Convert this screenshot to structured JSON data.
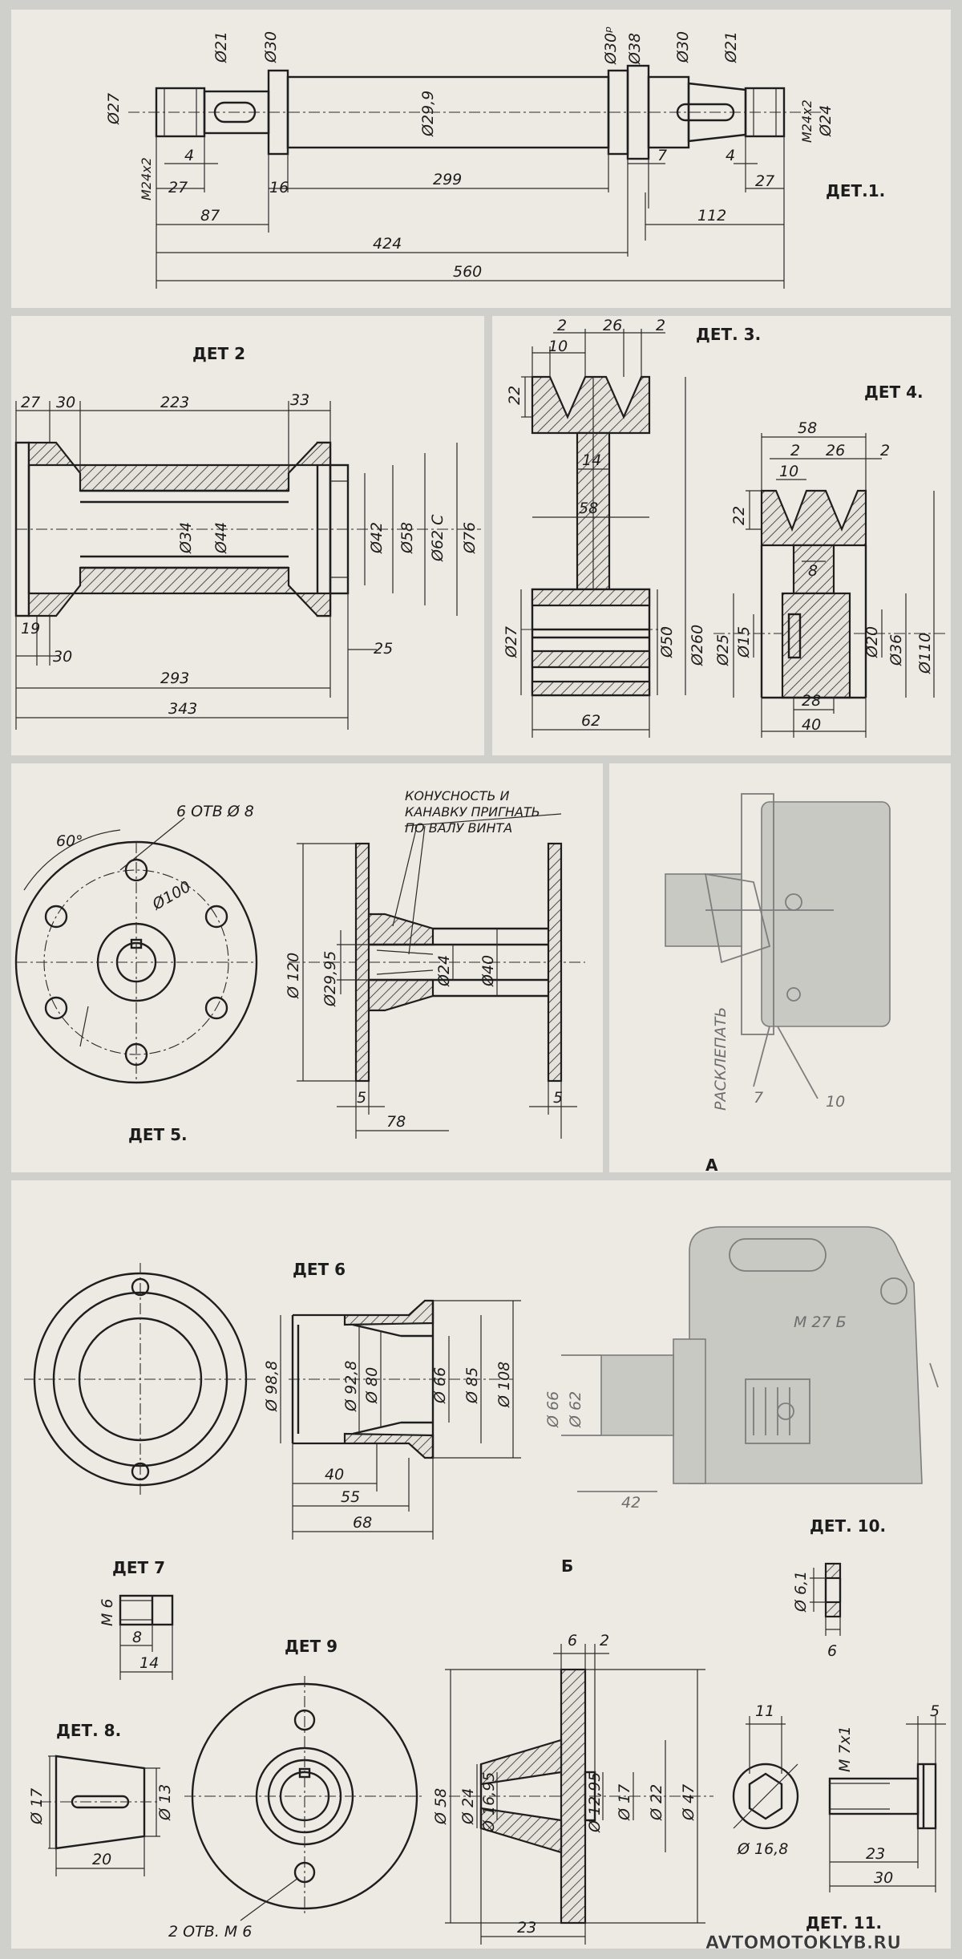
{
  "watermark": "AVTOMOTOKLYB.RU",
  "detail1": {
    "label": "ДЕТ.1.",
    "dims": [
      "Ø27",
      "Ø21",
      "Ø30",
      "Ø29,9",
      "Ø30ᵖ",
      "Ø38",
      "Ø30",
      "Ø21",
      "Ø24",
      "M24x2",
      "M24x2",
      "4",
      "27",
      "16",
      "299",
      "87",
      "424",
      "560",
      "7",
      "4",
      "27",
      "112"
    ]
  },
  "detail2": {
    "label": "ДЕТ 2",
    "dims": [
      "27",
      "30",
      "223",
      "33",
      "Ø34",
      "Ø44",
      "Ø42",
      "Ø58",
      "Ø62 С",
      "Ø76",
      "19",
      "30",
      "293",
      "343",
      "25"
    ]
  },
  "detail3": {
    "label": "ДЕТ. 3.",
    "dims": [
      "2",
      "26",
      "2",
      "10",
      "22",
      "14",
      "58",
      "Ø27",
      "Ø50",
      "Ø260",
      "62"
    ]
  },
  "detail4": {
    "label": "ДЕТ 4.",
    "dims": [
      "58",
      "2",
      "26",
      "2",
      "10",
      "22",
      "8",
      "Ø25",
      "Ø15",
      "Ø20",
      "Ø36",
      "Ø110",
      "28",
      "40"
    ]
  },
  "detail5": {
    "label": "ДЕТ 5.",
    "note": "КОНУСНОСТЬ И КАНАВКУ ПРИГНАТЬ ПО ВАЛУ ВИНТА",
    "dims": [
      "60°",
      "6 ОТВ Ø 8",
      "Ø100",
      "Ø 120",
      "Ø29,95",
      "Ø24",
      "Ø40",
      "5",
      "5",
      "78"
    ]
  },
  "assemblyA": {
    "label": "А",
    "note": "РАСКЛЕПАТЬ",
    "callouts": [
      "7",
      "10"
    ]
  },
  "detail6": {
    "label": "ДЕТ 6",
    "dims": [
      "Ø 98,8",
      "Ø 92,8",
      "Ø 80",
      "Ø 66",
      "Ø 85",
      "Ø 108",
      "40",
      "55",
      "68"
    ]
  },
  "assemblyB": {
    "label": "Б",
    "motor": "М 27 Б",
    "dims": [
      "Ø 66",
      "Ø 62",
      "42"
    ]
  },
  "detail10": {
    "label": "ДЕТ. 10.",
    "dims": [
      "Ø 6,1",
      "6"
    ]
  },
  "detail7": {
    "label": "ДЕТ 7",
    "dims": [
      "М 6",
      "8",
      "14"
    ]
  },
  "detail8": {
    "label": "ДЕТ. 8.",
    "dims": [
      "Ø 17",
      "Ø 13",
      "20"
    ]
  },
  "detail9": {
    "label": "ДЕТ 9",
    "dims": [
      "2 ОТВ. М 6",
      "6",
      "2",
      "Ø 58",
      "Ø 24",
      "Ø 16,95",
      "Ø 12,95",
      "Ø 17",
      "Ø 22",
      "Ø 47",
      "23"
    ]
  },
  "detail11": {
    "label": "ДЕТ. 11.",
    "dims": [
      "11",
      "5",
      "М 7х1",
      "Ø 16,8",
      "23",
      "30"
    ]
  },
  "colors": {
    "paper": "#eceae3",
    "frame": "#cfcfcb",
    "ink": "#1e1e1e",
    "faint_ink": "#7d7d7d"
  }
}
